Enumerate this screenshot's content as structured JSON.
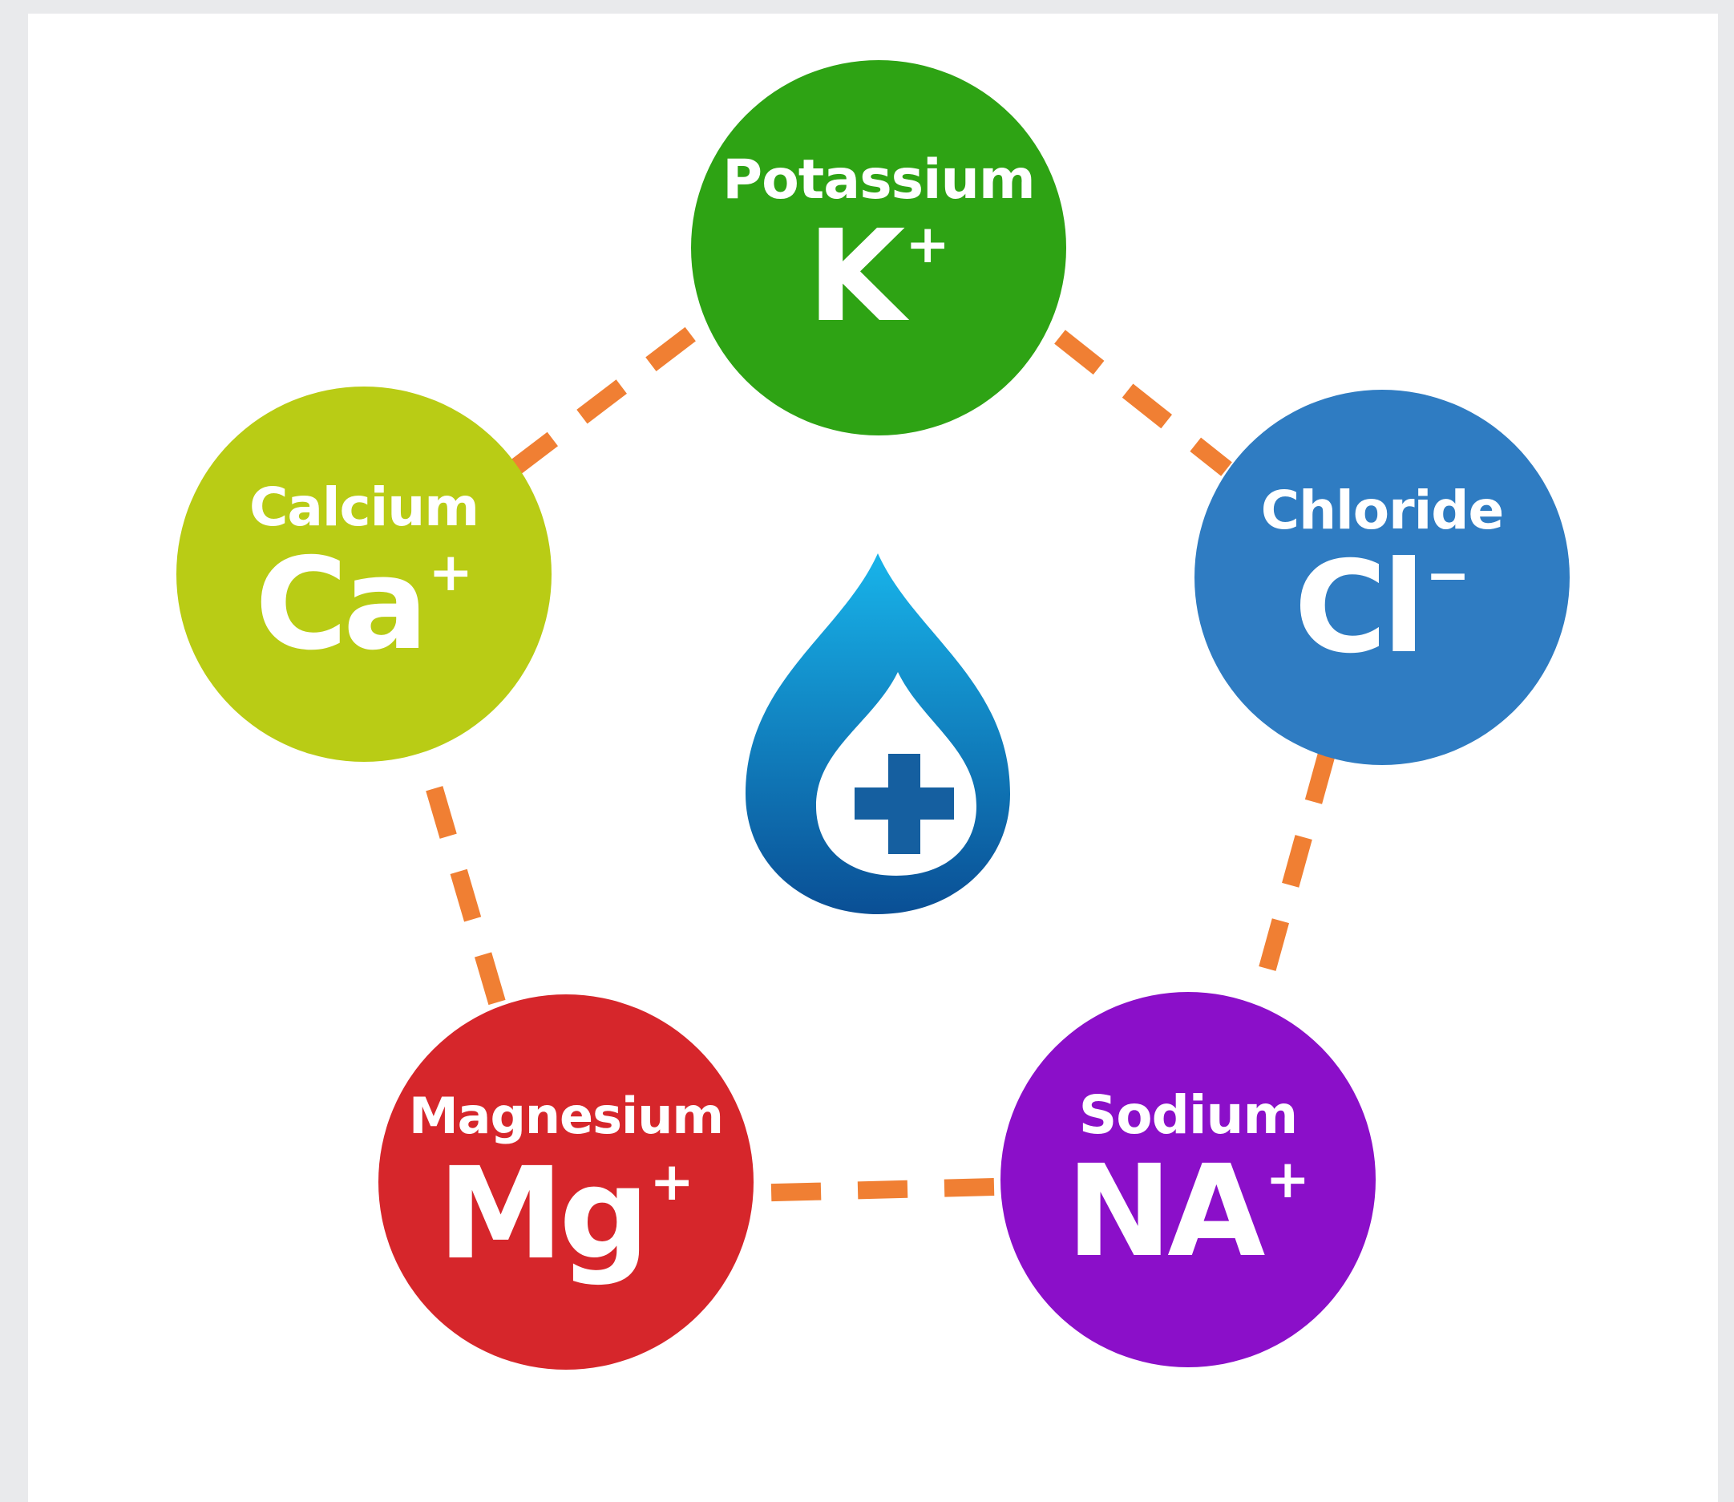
{
  "electrolytes": [
    {
      "id": "potassium",
      "name": "Potassium",
      "symbol": "K",
      "charge": "+",
      "color": "#2ea314"
    },
    {
      "id": "chloride",
      "name": "Chloride",
      "symbol": "Cl",
      "charge": "−",
      "color": "#2f7cc2"
    },
    {
      "id": "sodium",
      "name": "Sodium",
      "symbol": "NA",
      "charge": "+",
      "color": "#8b0fc9"
    },
    {
      "id": "magnesium",
      "name": "Magnesium",
      "symbol": "Mg",
      "charge": "+",
      "color": "#d6262b"
    },
    {
      "id": "calcium",
      "name": "Calcium",
      "symbol": "Ca",
      "charge": "+",
      "color": "#b9cc15"
    }
  ],
  "connector_color": "#f07f33",
  "center_icon": "water-drop-plus-icon",
  "drop_colors": {
    "top": "#18b4ea",
    "bottom": "#0a4f95"
  }
}
